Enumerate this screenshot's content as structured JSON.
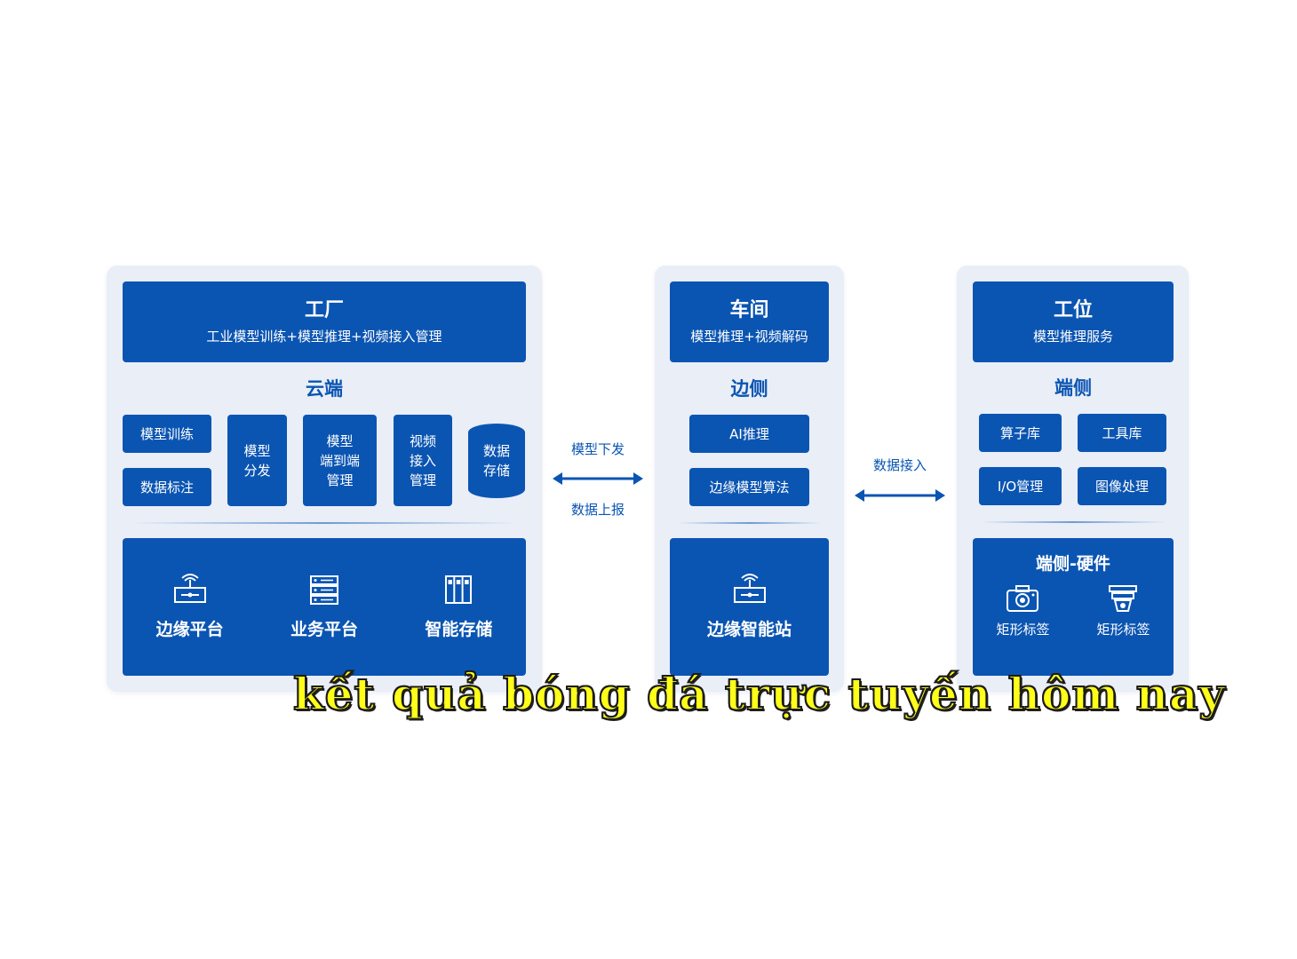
{
  "factory": {
    "title": "工厂",
    "subtitle": "工业模型训练+模型推理+视频接入管理",
    "section": "云端",
    "modules": {
      "training": "模型训练",
      "labeling": "数据标注",
      "distribution": [
        "模型",
        "分发"
      ],
      "e2e": [
        "模型",
        "端到端",
        "管理"
      ],
      "video": [
        "视频",
        "接入",
        "管理"
      ],
      "storage": [
        "数据",
        "存储"
      ]
    },
    "platforms": [
      "边缘平台",
      "业务平台",
      "智能存储"
    ]
  },
  "link_cloud_edge": {
    "top": "模型下发",
    "bottom": "数据上报"
  },
  "workshop": {
    "title": "车间",
    "subtitle": "模型推理+视频解码",
    "section": "边侧",
    "modules": [
      "AI推理",
      "边缘模型算法"
    ],
    "station": "边缘智能站"
  },
  "link_edge_end": {
    "top": "数据接入"
  },
  "workstation": {
    "title": "工位",
    "subtitle": "模型推理服务",
    "section": "端侧",
    "modules": [
      "算子库",
      "工具库",
      "I/O管理",
      "图像处理"
    ],
    "hardware_title": "端侧-硬件",
    "hardware_items": [
      "矩形标签",
      "矩形标签"
    ]
  },
  "overlay": "kết quả bóng đá trực tuyến hôm nay",
  "colors": {
    "primary": "#0b55b2",
    "panel": "#e9eef7",
    "overlay": "#ffff1a"
  }
}
